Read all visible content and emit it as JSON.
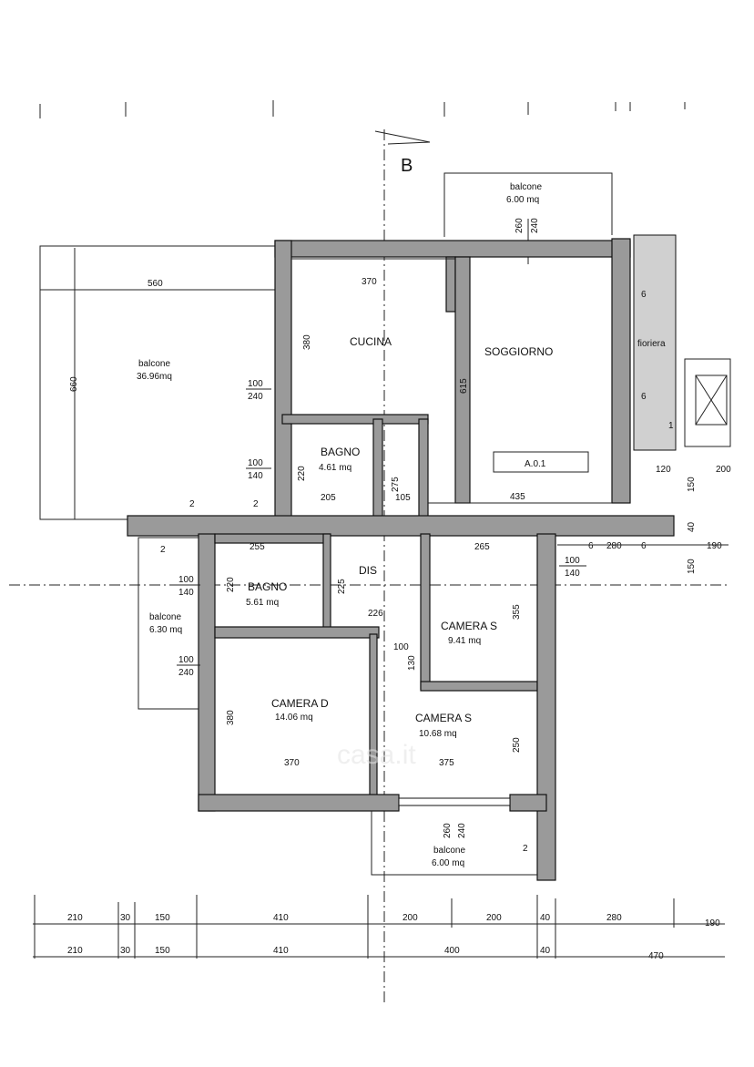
{
  "section_marker": "B",
  "rooms": {
    "balcone_top": {
      "name": "balcone",
      "area": "6.00 mq",
      "dims": [
        "260",
        "240"
      ]
    },
    "balcone_left": {
      "name": "balcone",
      "area": "36.96mq",
      "width": "560",
      "depth": "660"
    },
    "cucina": {
      "name": "CUCINA",
      "width": "370",
      "depth": "380"
    },
    "soggiorno": {
      "name": "SOGGIORNO",
      "depth": "615",
      "width": "435",
      "code": "A.0.1"
    },
    "fioriera": {
      "name": "fioriera"
    },
    "bagno1": {
      "name": "BAGNO",
      "area": "4.61 mq",
      "width": "205",
      "depth": "220"
    },
    "bagno2": {
      "name": "BAGNO",
      "area": "5.61 mq",
      "width": "255",
      "depth": "220"
    },
    "dis": {
      "name": "DIS",
      "width": "226",
      "depth": "225",
      "extra": "105",
      "extra_depth": "275"
    },
    "camera_s1": {
      "name": "CAMERA S",
      "area": "9.41 mq",
      "width": "265",
      "depth": "355"
    },
    "camera_d": {
      "name": "CAMERA D",
      "area": "14.06 mq",
      "width": "370",
      "depth": "380"
    },
    "camera_s2": {
      "name": "CAMERA S",
      "area": "10.68 mq",
      "width": "375",
      "depth": "250",
      "niche_w": "100",
      "niche_d": "130"
    },
    "balcone_mid": {
      "name": "balcone",
      "area": "6.30 mq"
    },
    "balcone_bottom": {
      "name": "balcone",
      "area": "6.00 mq",
      "dims": [
        "260",
        "240"
      ]
    }
  },
  "openings": [
    {
      "a": "100",
      "b": "240"
    },
    {
      "a": "100",
      "b": "140"
    },
    {
      "a": "100",
      "b": "140"
    },
    {
      "a": "100",
      "b": "240"
    },
    {
      "a": "100",
      "b": "140"
    }
  ],
  "markers": [
    "2",
    "2",
    "2",
    "2",
    "6",
    "6",
    "1"
  ],
  "right_dims": [
    "120",
    "200",
    "150",
    "40",
    "6",
    "280",
    "6",
    "190",
    "150"
  ],
  "bottom_row1": [
    "210",
    "30",
    "150",
    "410",
    "200",
    "200",
    "40",
    "280",
    "190"
  ],
  "bottom_row2": [
    "210",
    "30",
    "150",
    "410",
    "400",
    "40",
    "470"
  ],
  "watermark": "casa.it"
}
